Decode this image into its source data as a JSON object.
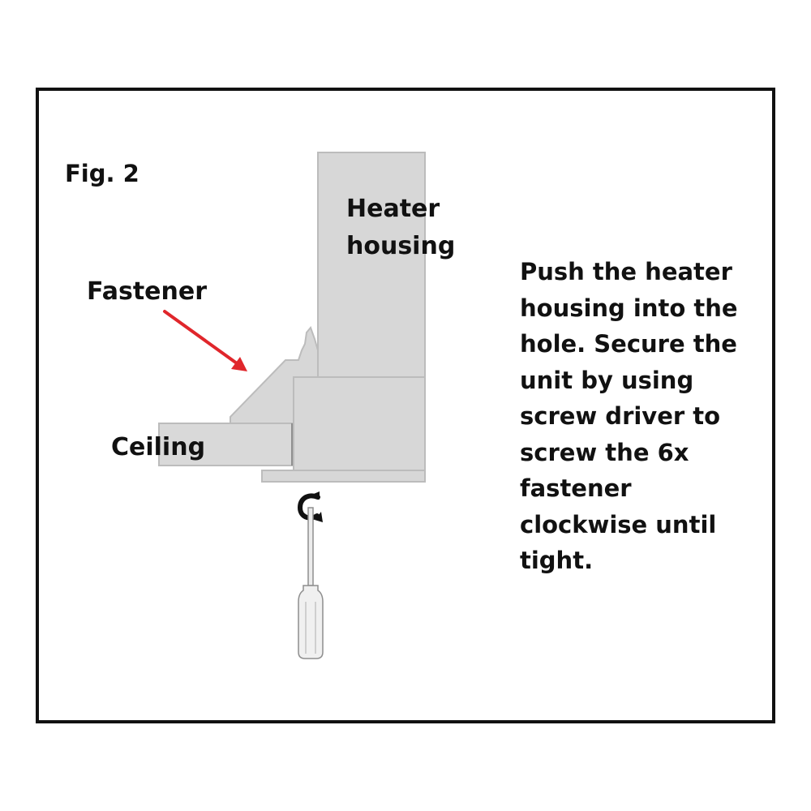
{
  "figure_label": "Fig. 2",
  "labels": {
    "heater_housing": [
      "Heater",
      "housing"
    ],
    "fastener": "Fastener",
    "ceiling": "Ceiling"
  },
  "instructions": [
    "Push the heater",
    "housing into the",
    "hole. Secure the",
    "unit by using",
    "screw driver to",
    "screw the 6x",
    "fastener",
    "clockwise until",
    "tight."
  ],
  "colors": {
    "frame": "#111111",
    "part_fill": "#d7d7d7",
    "part_stroke": "#b5b5b5",
    "arrow": "#e0262b"
  },
  "icons": [
    "rotation-arrow-icon",
    "screwdriver-icon",
    "fastener-arrow-icon"
  ]
}
